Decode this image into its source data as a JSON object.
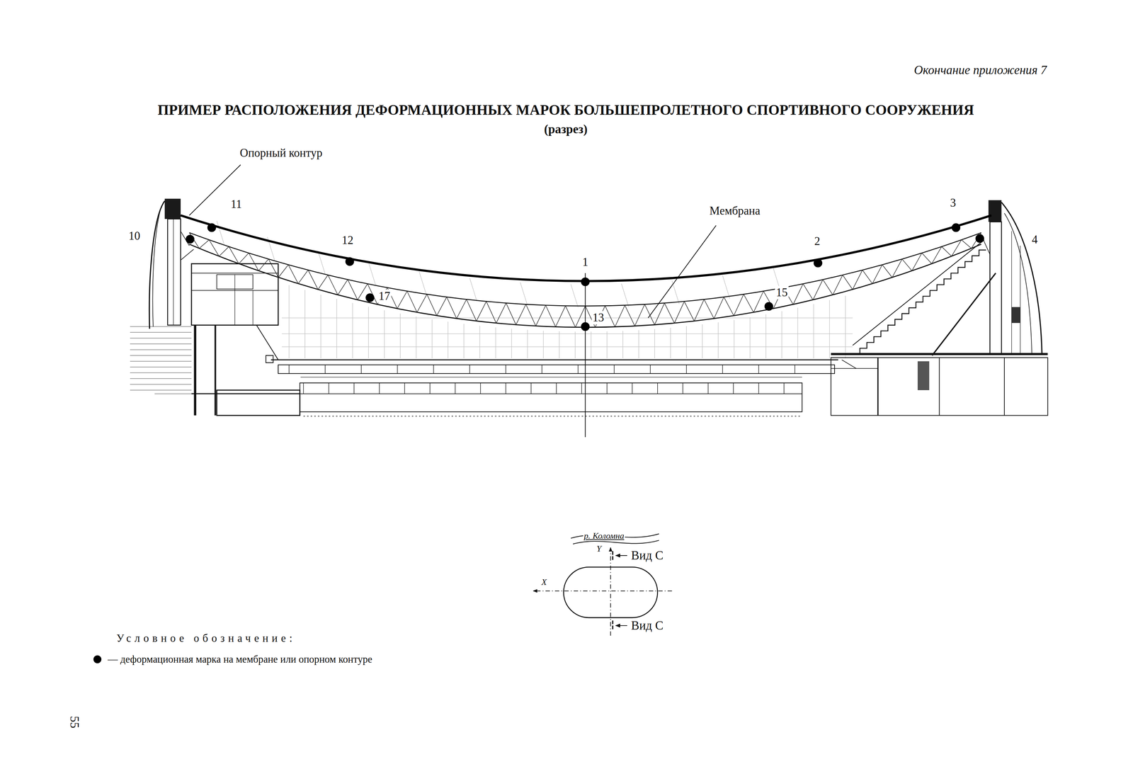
{
  "diagram": {
    "title": "ПРИМЕР РАСПОЛОЖЕНИЯ ДЕФОРМАЦИОННЫХ МАРОК БОЛЬШЕПРОЛЕТНОГО СПОРТИВНОГО СООРУЖЕНИЯ",
    "labels": [
      "Окончание приложения 7",
      "(разрез)",
      "Опорный контур",
      "11",
      "12",
      "1",
      "Мембрана",
      "3",
      "10",
      "2",
      "4",
      "17",
      "13",
      "15",
      "р. Коломна",
      "Y",
      "Вид С",
      "X",
      "Вид С",
      "Условное обозначение:",
      "55"
    ],
    "legend": [
      {
        "text": "— деформационная марка на мембране или опорном контуре"
      }
    ]
  }
}
